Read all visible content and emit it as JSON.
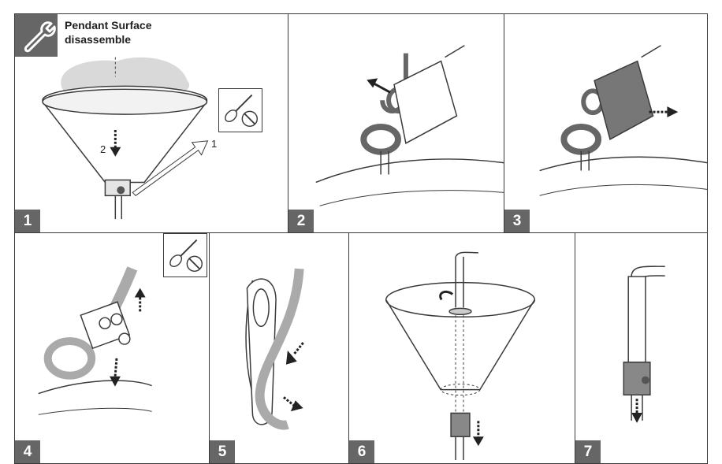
{
  "title": "Pendant Surface disassemble",
  "title_line1": "Pendant Surface",
  "title_line2": "disassemble",
  "steps": [
    {
      "number": "1",
      "labels": [
        "1",
        "2"
      ]
    },
    {
      "number": "2"
    },
    {
      "number": "3"
    },
    {
      "number": "4"
    },
    {
      "number": "5"
    },
    {
      "number": "6"
    },
    {
      "number": "7"
    }
  ],
  "colors": {
    "panel_label_bg": "#666666",
    "line": "#3a3a3a",
    "shade": "#c8c8c8"
  },
  "icons": [
    "wrench-icon",
    "screwdriver-icon",
    "slotted-screw-icon"
  ]
}
